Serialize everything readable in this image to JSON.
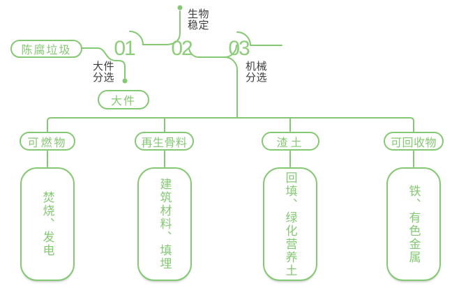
{
  "palette": {
    "line_green": "#85c873",
    "number_green": "#8ecd7b",
    "label_dark": "#3d3d3d",
    "background": "#ffffff"
  },
  "flow": {
    "source_label": "陈腐垃圾",
    "step1_number": "01",
    "step1_label_line1": "大件",
    "step1_label_line2": "分选",
    "step1_output_label": "大件",
    "step2_number": "02",
    "step2_label_line1": "生物",
    "step2_label_line2": "稳定",
    "step3_number": "03",
    "step3_label_line1": "机械",
    "step3_label_line2": "分选"
  },
  "branches": [
    {
      "category": "可燃物",
      "detail": "焚烧、发电"
    },
    {
      "category": "再生骨料",
      "detail": "建筑材料、填埋"
    },
    {
      "category": "渣土",
      "detail": "回填、绿化营养土"
    },
    {
      "category": "可回收物",
      "detail": "铁、有色金属"
    }
  ]
}
